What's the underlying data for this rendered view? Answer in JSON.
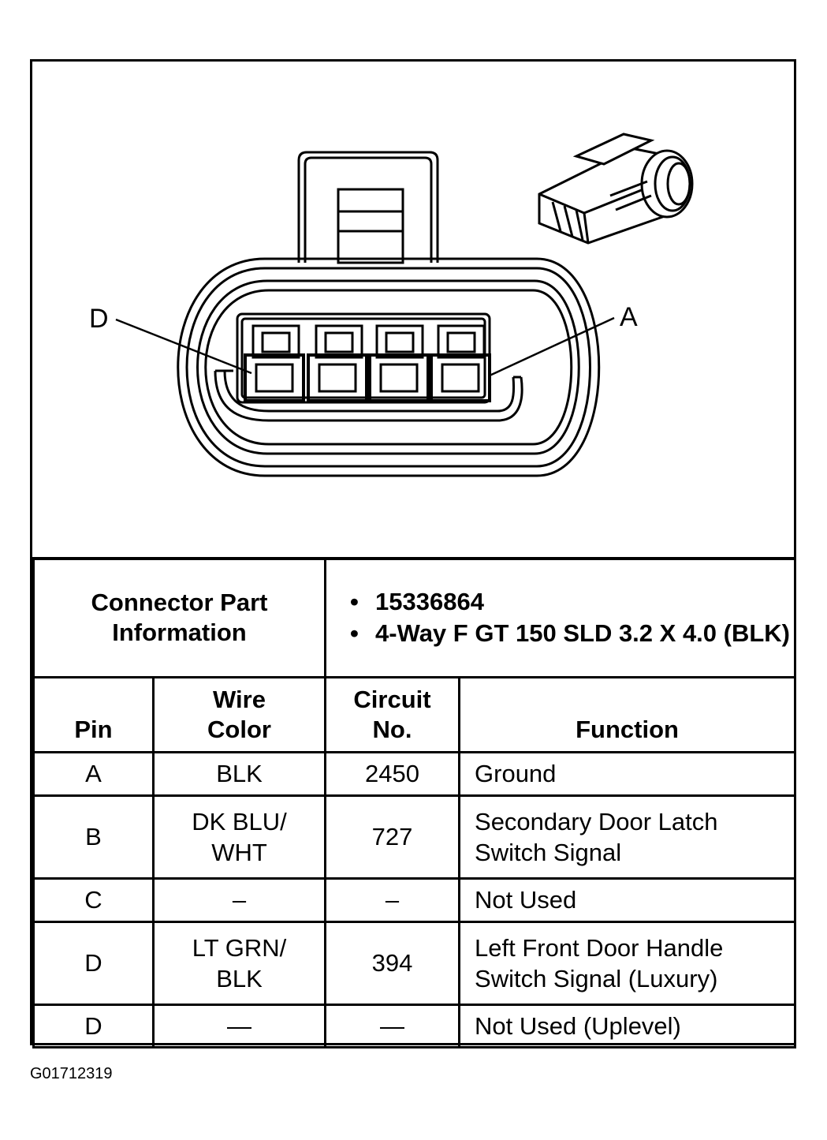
{
  "diagram": {
    "label_left": "D",
    "label_right": "A"
  },
  "part_info": {
    "title_line1": "Connector Part",
    "title_line2": "Information",
    "bullets": [
      "15336864",
      "4-Way F GT 150 SLD 3.2 X 4.0 (BLK)"
    ]
  },
  "table": {
    "headers": {
      "pin": "Pin",
      "wire_color_line1": "Wire",
      "wire_color_line2": "Color",
      "circuit_line1": "Circuit",
      "circuit_line2": "No.",
      "function": "Function"
    },
    "rows": [
      {
        "pin": "A",
        "wire_line1": "BLK",
        "wire_line2": "",
        "circuit": "2450",
        "function_line1": "Ground",
        "function_line2": ""
      },
      {
        "pin": "B",
        "wire_line1": "DK BLU/",
        "wire_line2": "WHT",
        "circuit": "727",
        "function_line1": "Secondary Door Latch",
        "function_line2": "Switch Signal"
      },
      {
        "pin": "C",
        "wire_line1": "–",
        "wire_line2": "",
        "circuit": "–",
        "function_line1": "Not Used",
        "function_line2": ""
      },
      {
        "pin": "D",
        "wire_line1": "LT GRN/",
        "wire_line2": "BLK",
        "circuit": "394",
        "function_line1": "Left Front Door Handle",
        "function_line2": "Switch Signal (Luxury)"
      },
      {
        "pin": "D",
        "wire_line1": "—",
        "wire_line2": "",
        "circuit": "—",
        "function_line1": "Not Used (Uplevel)",
        "function_line2": ""
      }
    ]
  },
  "figure_id": "G01712319"
}
